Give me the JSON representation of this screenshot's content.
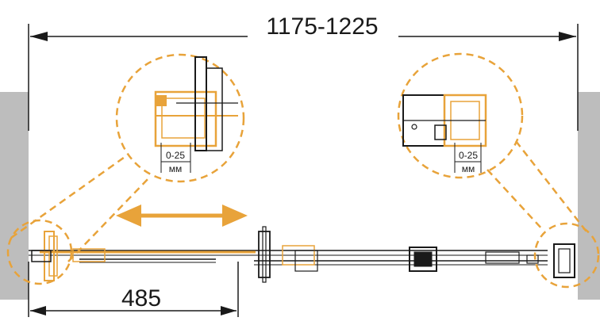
{
  "dimensions": {
    "overall_width": "1175-1225",
    "opening_width": "485"
  },
  "details": {
    "left": {
      "range": "0-25",
      "unit": "мм"
    },
    "right": {
      "range": "0-25",
      "unit": "мм"
    }
  },
  "colors": {
    "accent": "#E8A33A",
    "line": "#1a1a1a",
    "wall": "#BDBDBD"
  },
  "icons": {
    "slide_arrow": "double-headed-arrow-icon"
  }
}
